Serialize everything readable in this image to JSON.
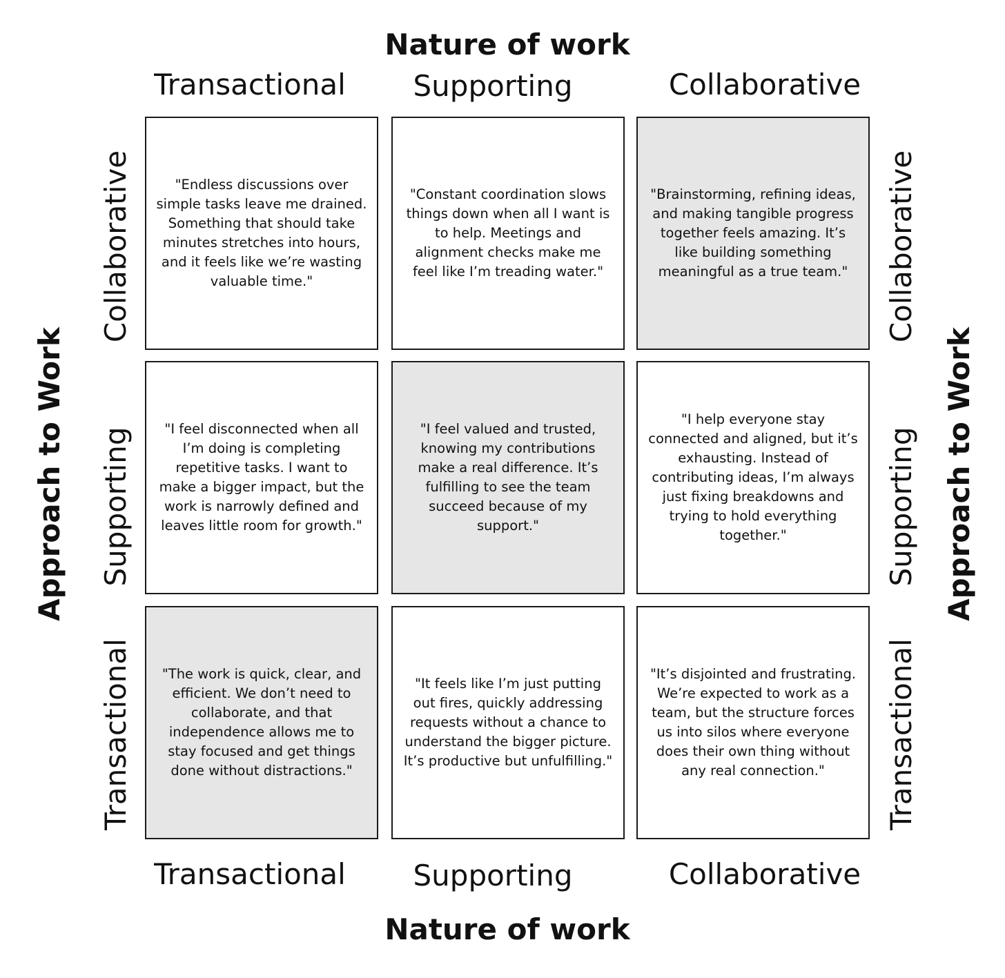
{
  "top_axis": {
    "title": "Nature of work",
    "labels": [
      "Transactional",
      "Supporting",
      "Collaborative"
    ]
  },
  "bottom_axis": {
    "title": "Nature of work",
    "labels": [
      "Transactional",
      "Supporting",
      "Collaborative"
    ]
  },
  "left_axis": {
    "title": "Approach to Work",
    "labels": [
      "Collaborative",
      "Supporting",
      "Transactional"
    ]
  },
  "right_axis": {
    "title": "Approach to Work",
    "labels": [
      "Collaborative",
      "Supporting",
      "Transactional"
    ]
  },
  "grid": {
    "rows": [
      {
        "cells": [
          {
            "text": "\"Endless discussions over simple tasks leave me drained. Something that should take minutes stretches into hours, and it feels like we’re wasting valuable time.\"",
            "shaded": false
          },
          {
            "text": "\"Constant coordination slows things down when all I want is to help. Meetings and alignment checks make me feel like I’m treading water.\"",
            "shaded": false
          },
          {
            "text": "\"Brainstorming, refining ideas, and making tangible progress together feels amazing. It’s like building something meaningful as a true team.\"",
            "shaded": true
          }
        ]
      },
      {
        "cells": [
          {
            "text": "\"I feel disconnected when all I’m doing is completing repetitive tasks. I want to make a bigger impact, but the work is narrowly defined and leaves little room for growth.\"",
            "shaded": false
          },
          {
            "text": "\"I feel valued and trusted, knowing my contributions make a real difference. It’s fulfilling to see the team succeed because of my support.\"",
            "shaded": true
          },
          {
            "text": "\"I help everyone stay connected and aligned, but it’s exhausting. Instead of contributing ideas, I’m always just fixing breakdowns and trying to hold everything together.\"",
            "shaded": false
          }
        ]
      },
      {
        "cells": [
          {
            "text": "\"The work is quick, clear, and efficient. We don’t need to collaborate, and that independence allows me to stay focused and get things done without distractions.\"",
            "shaded": true
          },
          {
            "text": "\"It feels like I’m just putting out fires, quickly addressing requests without a chance to understand the bigger picture. It’s productive but unfulfilling.\"",
            "shaded": false
          },
          {
            "text": "\"It’s disjointed and frustrating. We’re expected to work as a team, but the structure forces us into silos where everyone does their own thing without any real connection.\"",
            "shaded": false
          }
        ]
      }
    ]
  }
}
